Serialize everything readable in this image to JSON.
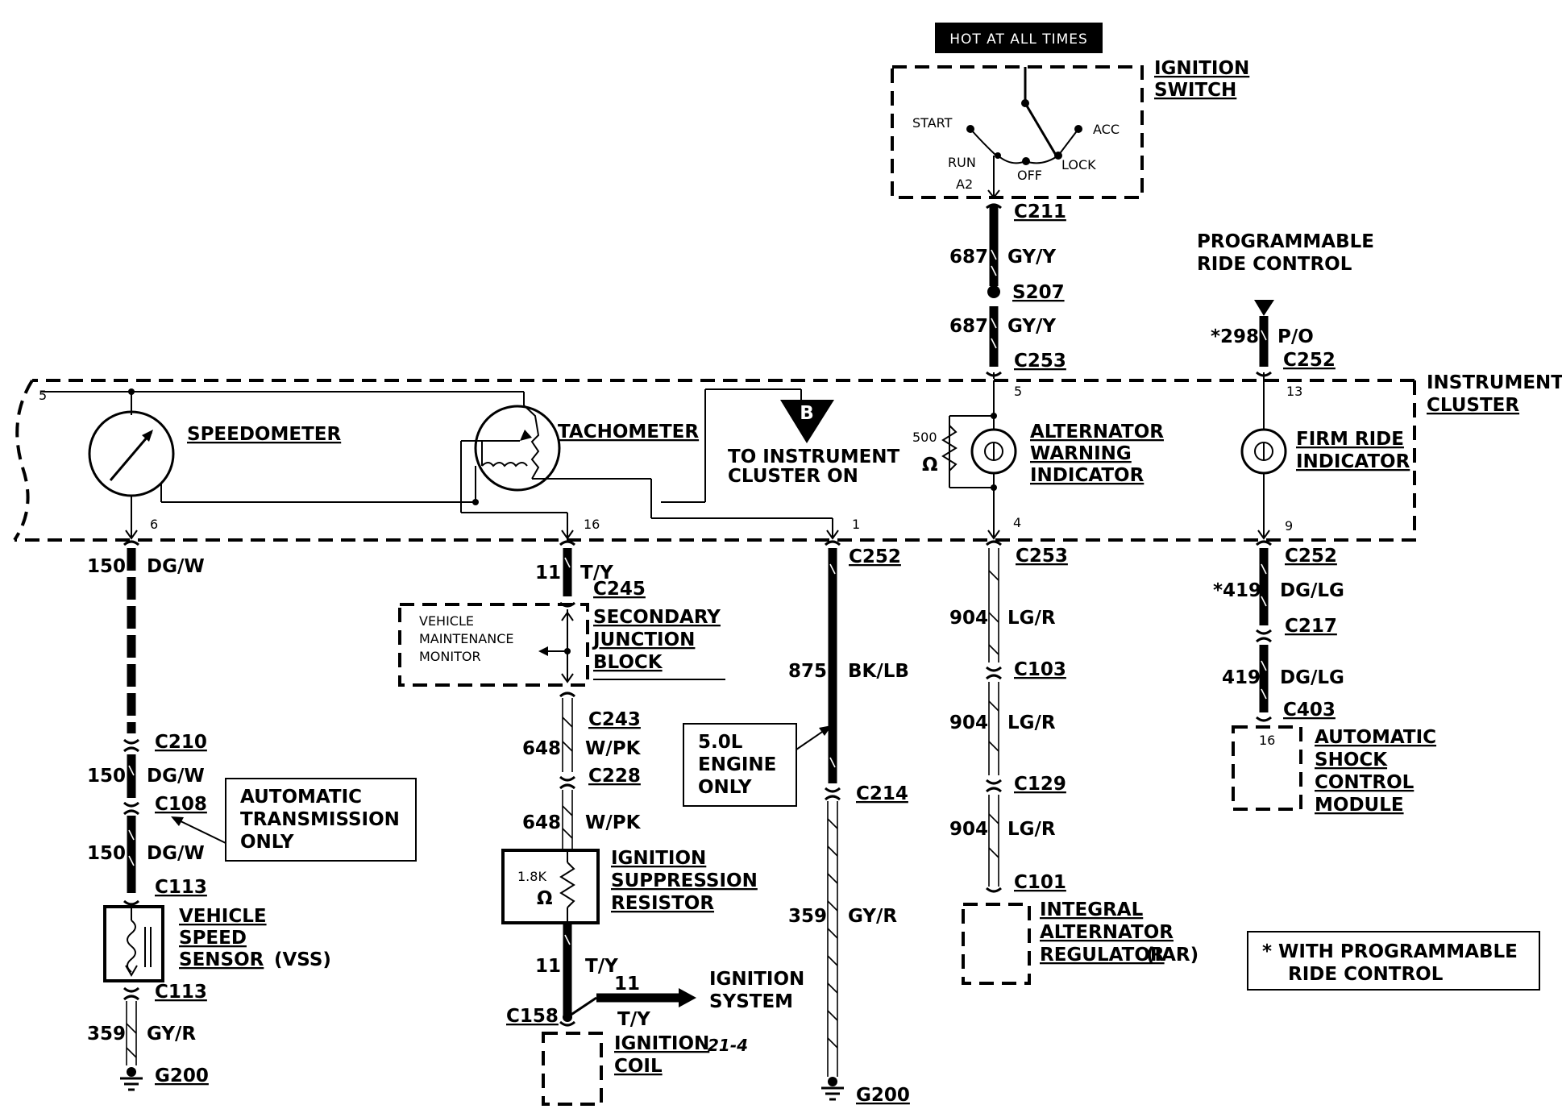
{
  "banner": {
    "hot": "HOT AT ALL TIMES"
  },
  "ignition": {
    "label_1": "IGNITION",
    "label_2": "SWITCH",
    "start": "START",
    "acc": "ACC",
    "run": "RUN",
    "off": "OFF",
    "lock": "LOCK",
    "pin": "A2"
  },
  "top_wire": {
    "c211": "C211",
    "circuit": "687",
    "color": "GY/Y",
    "splice": "S207",
    "circuit_2": "687",
    "color_2": "GY/Y",
    "c253": "C253",
    "pin": "5"
  },
  "prc": {
    "title_1": "PROGRAMMABLE",
    "title_2": "RIDE CONTROL",
    "circuit": "*298",
    "color": "P/O",
    "c252": "C252",
    "pin": "13"
  },
  "cluster": {
    "label_1": "INSTRUMENT",
    "label_2": "CLUSTER",
    "speedometer": "SPEEDOMETER",
    "tachometer": "TACHOMETER",
    "ref_letter": "B",
    "to_1": "TO INSTRUMENT",
    "to_2": "CLUSTER ON",
    "alt_1": "ALTERNATOR",
    "alt_2": "WARNING",
    "alt_3": "INDICATOR",
    "resistor": "500",
    "ohm": "Ω",
    "firm_1": "FIRM RIDE",
    "firm_2": "INDICATOR",
    "pin_left_top": "5",
    "pin_speedo": "6",
    "pin_tach": "16",
    "pin_bk": "1",
    "pin_alt": "4",
    "pin_firm": "9"
  },
  "vss_branch": {
    "circuit_1": "150",
    "color_1": "DG/W",
    "c210": "C210",
    "circuit_2": "150",
    "color_2": "DG/W",
    "c108": "C108",
    "circuit_3": "150",
    "color_3": "DG/W",
    "c113": "C113",
    "vss_1": "VEHICLE",
    "vss_2": "SPEED",
    "vss_3": "SENSOR",
    "vss_4": "(VSS)",
    "c113b": "C113",
    "circuit_4": "359",
    "color_4": "GY/R",
    "ground": "G200",
    "note_1": "AUTOMATIC",
    "note_2": "TRANSMISSION",
    "note_3": "ONLY"
  },
  "tach_branch": {
    "circuit_1": "11",
    "color_1": "T/Y",
    "c245": "C245",
    "sjb_1": "SECONDARY",
    "sjb_2": "JUNCTION",
    "sjb_3": "BLOCK",
    "vmm_1": "VEHICLE",
    "vmm_2": "MAINTENANCE",
    "vmm_3": "MONITOR",
    "c243": "C243",
    "circuit_2": "648",
    "color_2": "W/PK",
    "c228": "C228",
    "circuit_3": "648",
    "color_3": "W/PK",
    "res_value": "1.8K",
    "res_ohm": "Ω",
    "isr_1": "IGNITION",
    "isr_2": "SUPPRESSION",
    "isr_3": "RESISTOR",
    "circuit_4": "11",
    "color_4": "T/Y",
    "arrow_circuit": "11",
    "arrow_color": "T/Y",
    "sys_1": "IGNITION",
    "sys_2": "SYSTEM",
    "c158": "C158",
    "coil_1": "IGNITION",
    "coil_ref": "21-4",
    "coil_2": "COIL"
  },
  "bk_branch": {
    "c252": "C252",
    "circuit": "875",
    "color": "BK/LB",
    "note_1": "5.0L",
    "note_2": "ENGINE",
    "note_3": "ONLY",
    "c214": "C214",
    "circuit_2": "359",
    "color_2": "GY/R",
    "ground": "G200"
  },
  "alt_branch": {
    "c253": "C253",
    "circuit_1": "904",
    "color_1": "LG/R",
    "c103": "C103",
    "circuit_2": "904",
    "color_2": "LG/R",
    "c129": "C129",
    "circuit_3": "904",
    "color_3": "LG/R",
    "c101": "C101",
    "iar_1": "INTEGRAL",
    "iar_2": "ALTERNATOR",
    "iar_3": "REGULATOR",
    "iar_4": "(IAR)"
  },
  "firm_branch": {
    "c252": "C252",
    "circuit_1": "*419",
    "color_1": "DG/LG",
    "c217": "C217",
    "circuit_2": "419",
    "color_2": "DG/LG",
    "c403": "C403",
    "pin": "16",
    "ascm_1": "AUTOMATIC",
    "ascm_2": "SHOCK",
    "ascm_3": "CONTROL",
    "ascm_4": "MODULE"
  },
  "footnote": {
    "line_1": "*  WITH PROGRAMMABLE",
    "line_2": "RIDE CONTROL"
  }
}
